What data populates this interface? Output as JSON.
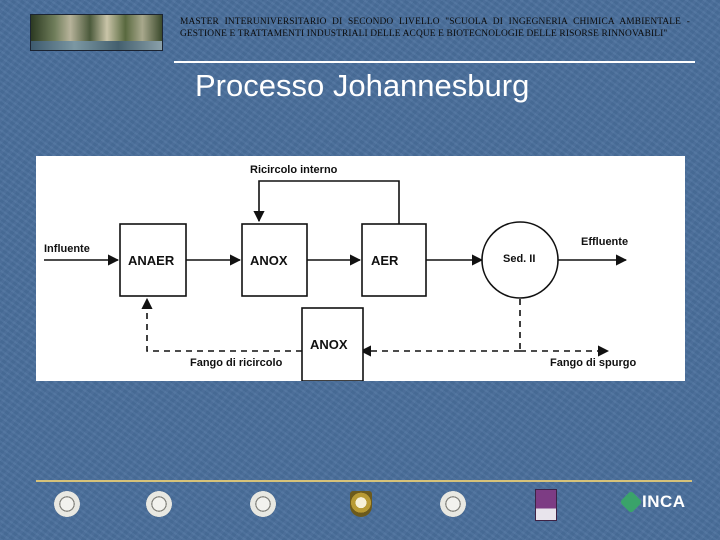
{
  "header": {
    "text": "MASTER INTERUNIVERSITARIO DI SECONDO LIVELLO \"SCUOLA DI INGEGNERIA CHIMICA AMBIENTALE - GESTIONE E TRATTAMENTI INDUSTRIALI DELLE ACQUE E BIOTECNOLOGIE DELLE RISORSE RINNOVABILI\""
  },
  "slide": {
    "title": "Processo Johannesburg"
  },
  "diagram": {
    "nodes": {
      "anaer": "ANAER",
      "anox1": "ANOX",
      "aer": "AER",
      "sed": "Sed. II",
      "anox2": "ANOX"
    },
    "labels": {
      "ricircolo_interno": "Ricircolo interno",
      "influente": "Influente",
      "effluente": "Effluente",
      "fango_ricircolo": "Fango di ricircolo",
      "fango_spurgo": "Fango di spurgo"
    }
  },
  "footer": {
    "inca": "INCA"
  }
}
